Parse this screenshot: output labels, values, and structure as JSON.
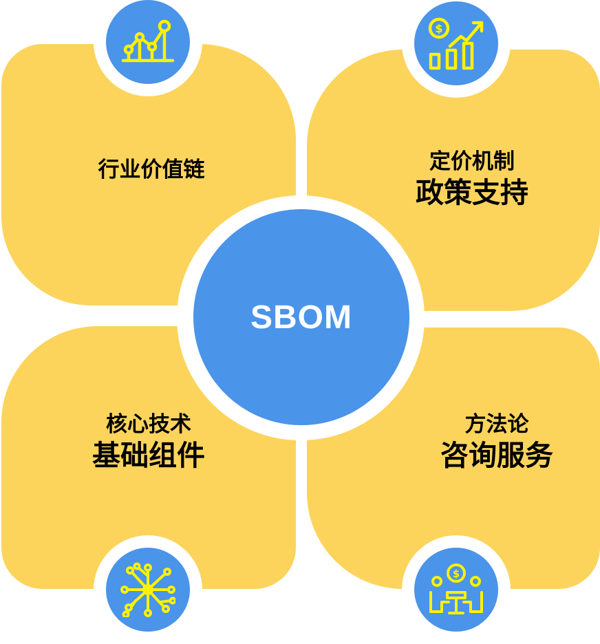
{
  "center": {
    "label": "SBOM"
  },
  "quadrants": {
    "top_left": {
      "line1": "行业价值链",
      "line2": ""
    },
    "top_right": {
      "line1": "定价机制",
      "line2": "政策支持"
    },
    "bottom_left": {
      "line1": "核心技术",
      "line2": "基础组件"
    },
    "bottom_right": {
      "line1": "方法论",
      "line2": "咨询服务"
    }
  },
  "icons": {
    "top_left": "line-chart-icon",
    "top_right": "finance-growth-icon",
    "bottom_left": "network-nodes-icon",
    "bottom_right": "consulting-icon"
  },
  "colors": {
    "petal": "#fcd45c",
    "blue": "#4a94e9",
    "icon": "#fff200",
    "center_text": "#ffffff"
  }
}
